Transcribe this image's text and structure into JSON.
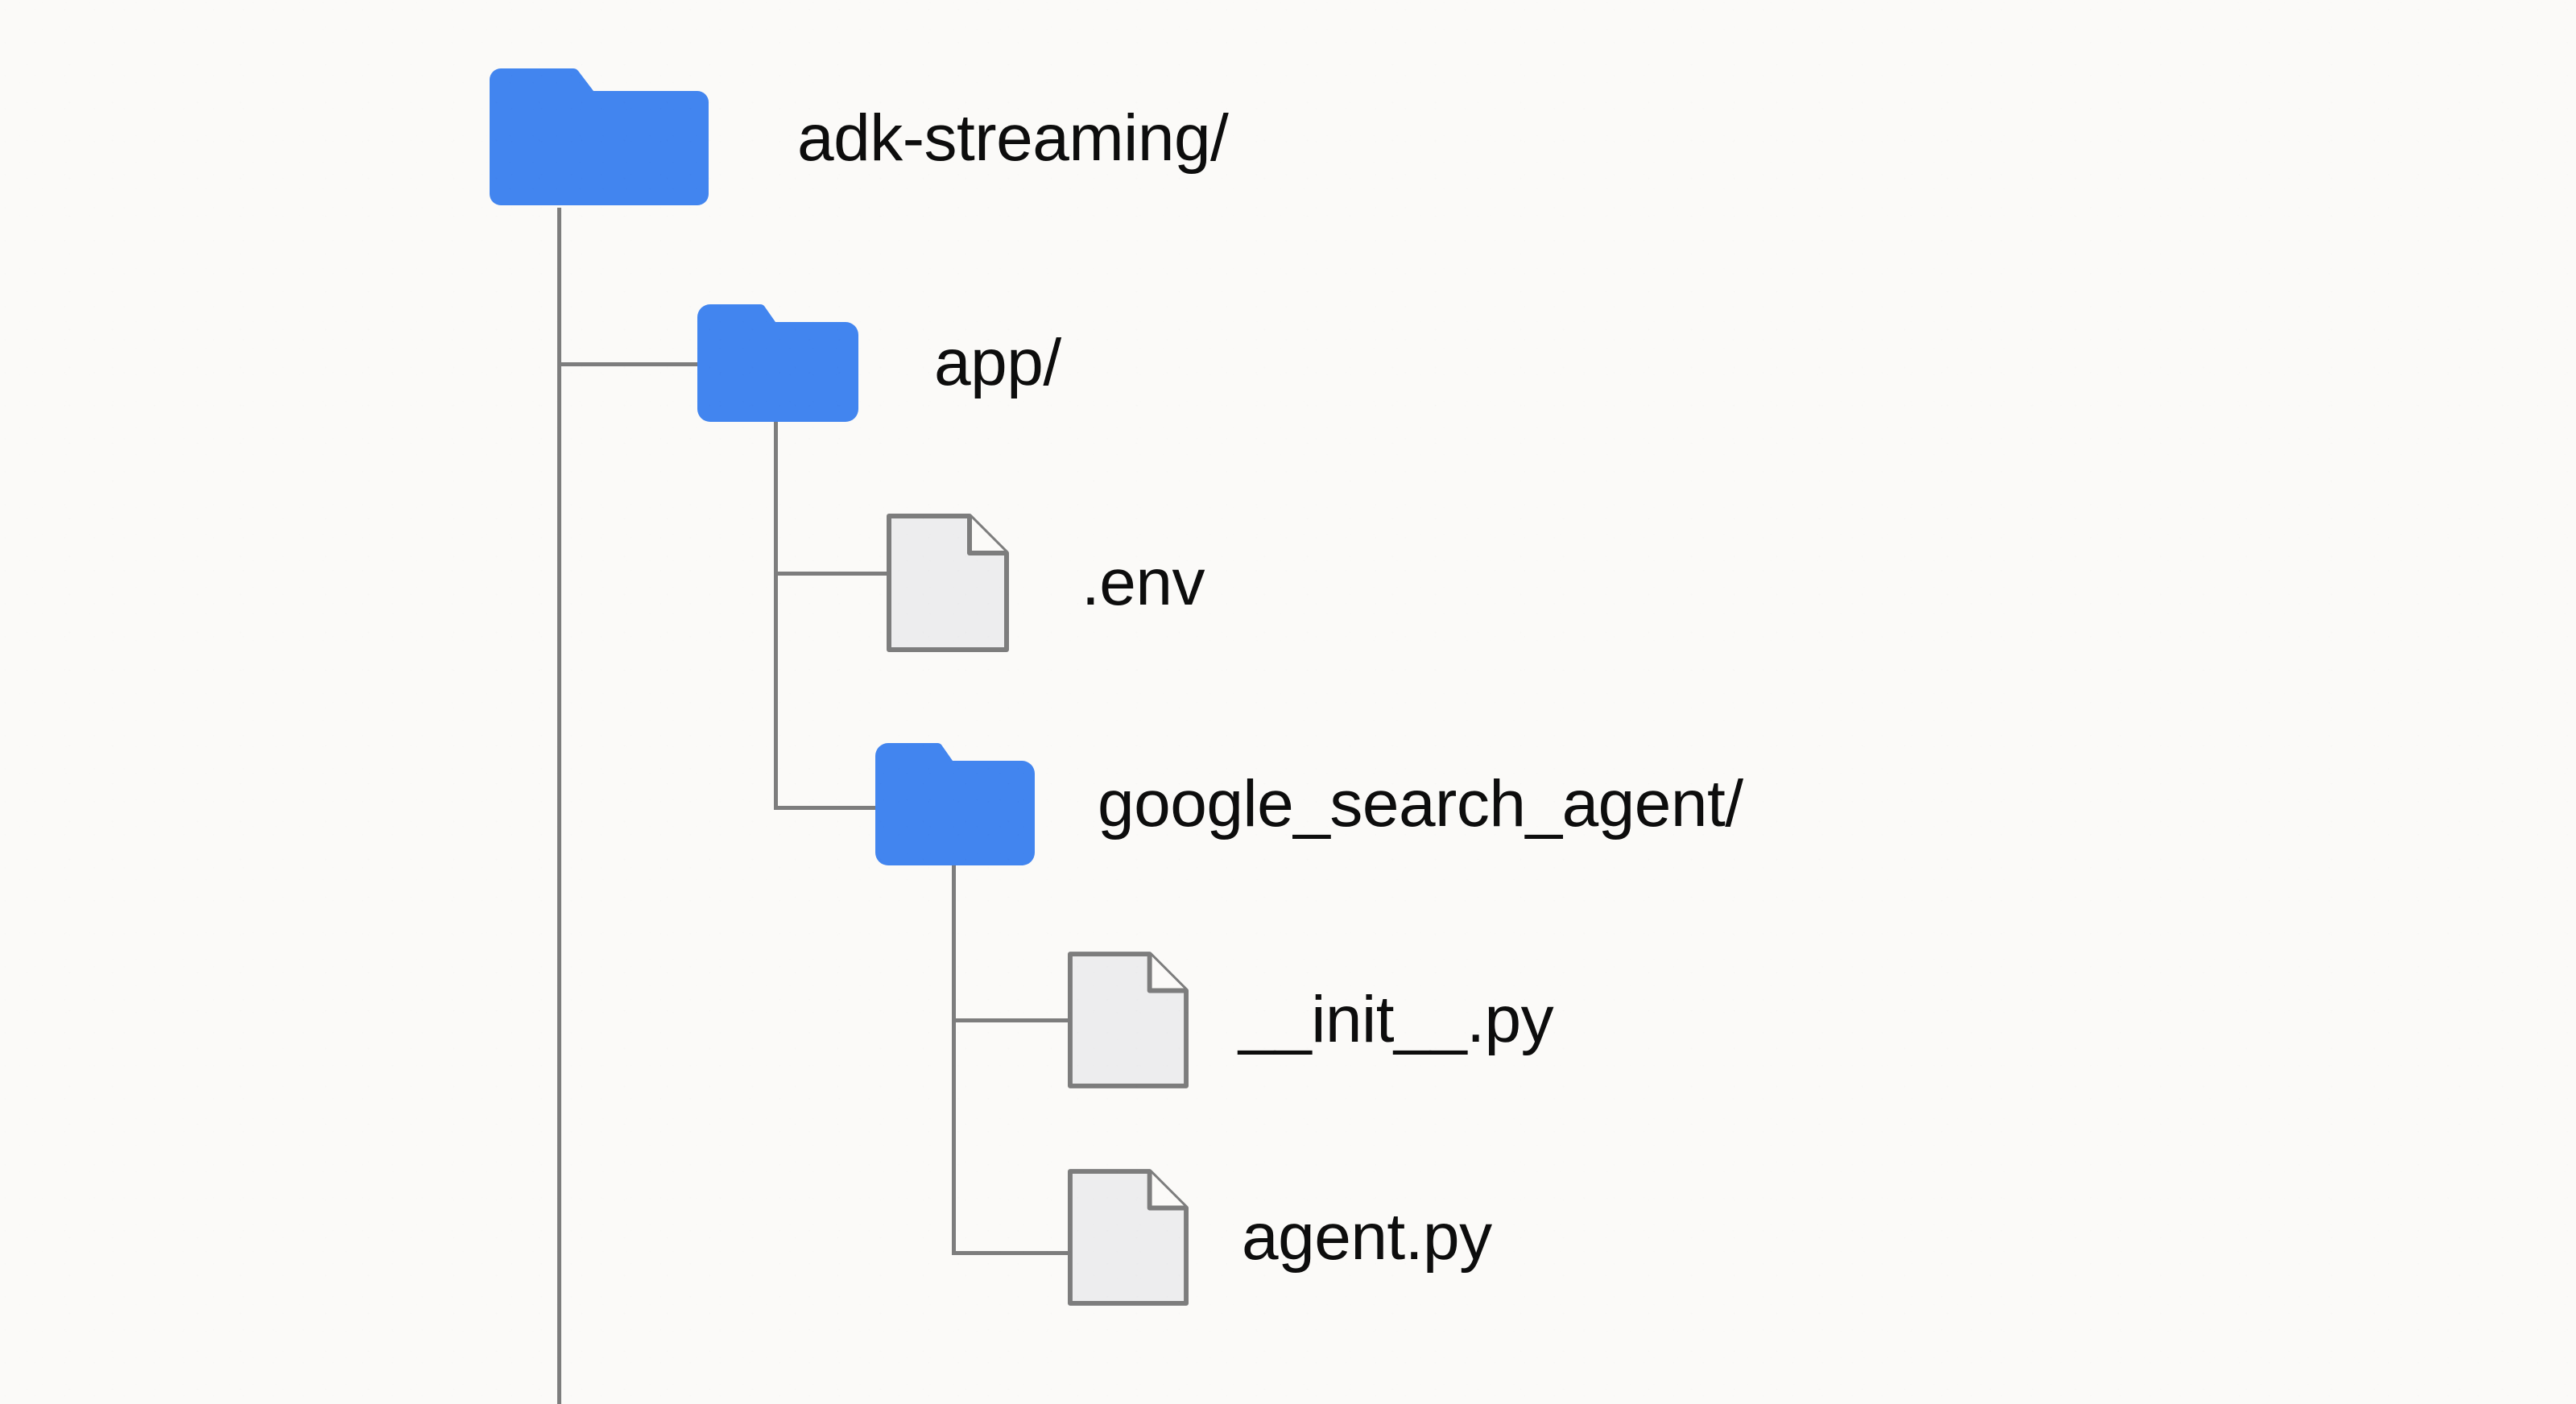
{
  "diagram": {
    "type": "file-tree",
    "title": "adk-streaming project structure",
    "colors": {
      "background": "#fbfaf8",
      "folder_blue": "#4285ef",
      "file_fill": "#ededee",
      "file_stroke": "#7d7d7d",
      "connector": "#7d7d7d",
      "text": "#0d0d0d"
    },
    "nodes": [
      {
        "id": "adk-streaming",
        "label": "adk-streaming/",
        "kind": "folder",
        "depth": 0,
        "icon": "folder-icon"
      },
      {
        "id": "app",
        "label": "app/",
        "kind": "folder",
        "depth": 1,
        "icon": "folder-icon"
      },
      {
        "id": "env",
        "label": ".env",
        "kind": "file",
        "depth": 2,
        "icon": "file-icon"
      },
      {
        "id": "google_search_agent",
        "label": "google_search_agent/",
        "kind": "folder",
        "depth": 2,
        "icon": "folder-icon"
      },
      {
        "id": "init_py",
        "label": "__init__.py",
        "kind": "file",
        "depth": 3,
        "icon": "file-icon"
      },
      {
        "id": "agent_py",
        "label": "agent.py",
        "kind": "file",
        "depth": 3,
        "icon": "file-icon"
      }
    ]
  }
}
